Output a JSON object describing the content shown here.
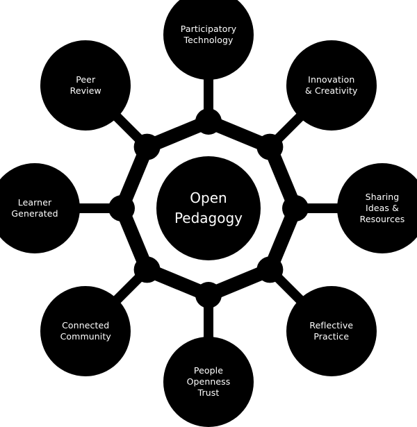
{
  "colors": {
    "background": "#ffffff",
    "shape": "#000000",
    "text": "#ffffff"
  },
  "center": {
    "label": "Open\nPedagogy"
  },
  "nodes": [
    {
      "id": "participatory-technology",
      "label": "Participatory\nTechnology"
    },
    {
      "id": "innovation-creativity",
      "label": "Innovation\n& Creativity"
    },
    {
      "id": "sharing-ideas-resources",
      "label": "Sharing\nIdeas &\nResources"
    },
    {
      "id": "reflective-practice",
      "label": "Reflective\nPractice"
    },
    {
      "id": "people-openness-trust",
      "label": "People\nOpenness\nTrust"
    },
    {
      "id": "connected-community",
      "label": "Connected\nCommunity"
    },
    {
      "id": "learner-generated",
      "label": "Learner\nGenerated"
    },
    {
      "id": "peer-review",
      "label": "Peer\nReview"
    }
  ]
}
